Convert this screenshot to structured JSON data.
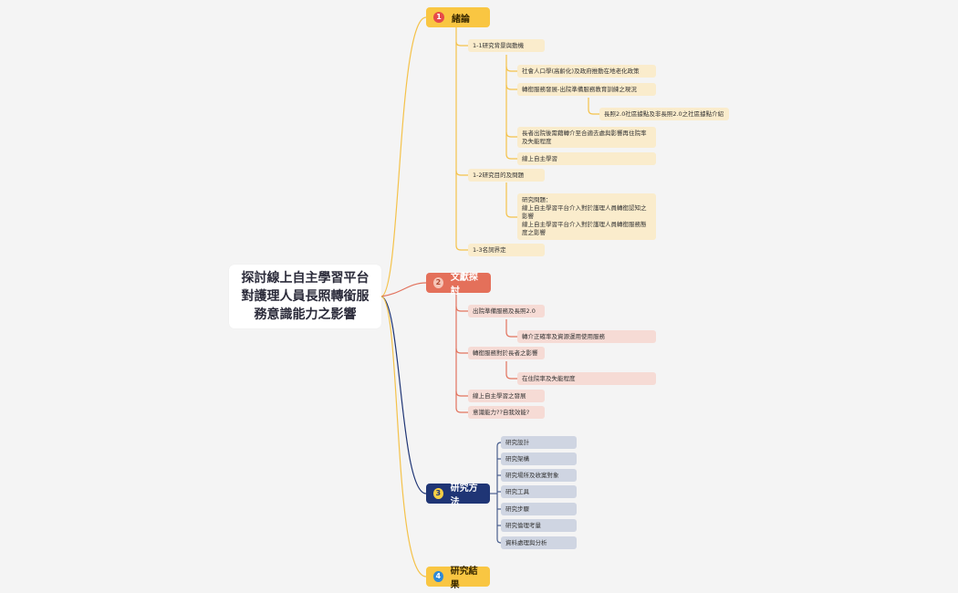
{
  "root": {
    "title": "探討線上自主學習平台\n對護理人員長照轉銜服\n務意識能力之影響"
  },
  "sections": {
    "s1": {
      "number": "1",
      "label": "緒論",
      "items": {
        "a": "1-1研究背景與動機",
        "a1": "社會人口學(高齡化)及政府推動在地老化政策",
        "a2": "轉銜服務發展-出院準備服務教育訓練之現況",
        "a2a": "長照2.0社區據點及非長照2.0之社區據點介紹",
        "a3": "長者出院後需藉轉介至合適去處與影響再住院率\n及失能程度",
        "a4": "線上自主學習",
        "b": "1-2研究目的及問題",
        "b1": "研究問題：\n線上自主學習平台介入對於護理人員轉銜認知之\n影響\n線上自主學習平台介入對於護理人員轉銜服務態\n度之影響",
        "c": "1-3名詞界定"
      }
    },
    "s2": {
      "number": "2",
      "label": "文獻探討",
      "items": {
        "a": "出院準備服務及長照2.0",
        "a1": "轉介正確率及資源運用使用服務",
        "b": "轉銜服務對於長者之影響",
        "b1": "在住院率及失能程度",
        "c": "線上自主學習之發展",
        "d": "意識能力??自我效能?"
      }
    },
    "s3": {
      "number": "3",
      "label": "研究方法",
      "items": [
        "研究設計",
        "研究架構",
        "研究場所及收案對象",
        "研究工具",
        "研究步驟",
        "研究倫理考量",
        "資料處理與分析"
      ]
    },
    "s4": {
      "number": "4",
      "label": "研究結果"
    }
  },
  "colors": {
    "yellow_branch": "#f4c24a",
    "red_branch": "#e2735e",
    "navy_branch": "#1f3575",
    "blue_sub_branch": "#4a5f8e"
  }
}
